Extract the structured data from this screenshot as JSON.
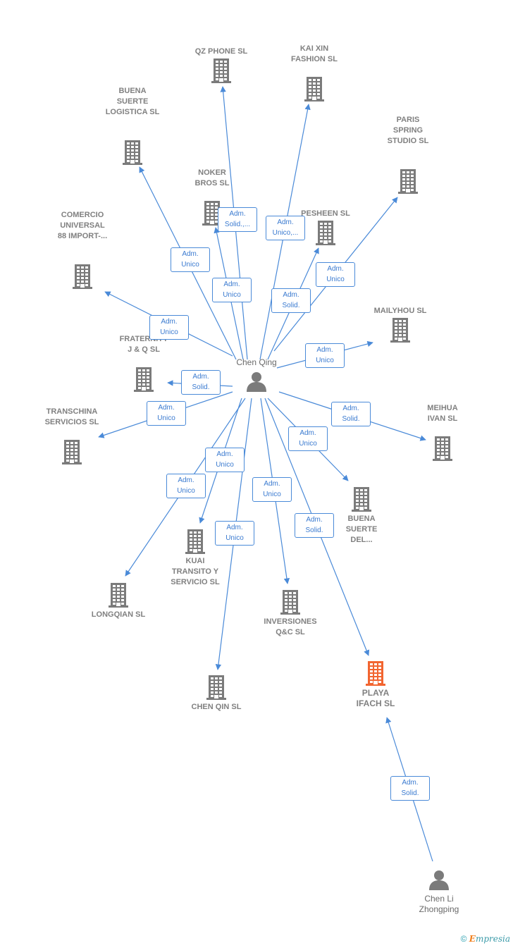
{
  "colors": {
    "line": "#4a8ad8",
    "building": "#7b7b7b",
    "highlight": "#f26530",
    "person": "#7b7b7b"
  },
  "people": [
    {
      "id": "chen_qing",
      "name": "Chen Qing"
    },
    {
      "id": "chen_li",
      "name": "Chen Li\nZhongping"
    }
  ],
  "companies": [
    {
      "id": "qz",
      "name": "QZ PHONE  SL"
    },
    {
      "id": "kaixin",
      "name": "KAI XIN\nFASHION SL"
    },
    {
      "id": "buenalog",
      "name": "BUENA\nSUERTE\nLOGISTICA SL"
    },
    {
      "id": "paris",
      "name": "PARIS\nSPRING\nSTUDIO SL"
    },
    {
      "id": "noker",
      "name": "NOKER\nBROS  SL"
    },
    {
      "id": "pesheen",
      "name": "PESHEEN  SL"
    },
    {
      "id": "comercio",
      "name": "COMERCIO\nUNIVERSAL\n88 IMPORT-..."
    },
    {
      "id": "mailyhou",
      "name": "MAILYHOU SL"
    },
    {
      "id": "fraternity",
      "name": "FRATERNITY\nJ & Q  SL"
    },
    {
      "id": "transchina",
      "name": "TRANSCHINA\nSERVICIOS SL"
    },
    {
      "id": "meihua",
      "name": "MEIHUA\nIVAN  SL"
    },
    {
      "id": "buenadel",
      "name": "BUENA\nSUERTE\nDEL..."
    },
    {
      "id": "kuai",
      "name": "KUAI\nTRANSITO Y\nSERVICIO SL"
    },
    {
      "id": "longqian",
      "name": "LONGQIAN SL"
    },
    {
      "id": "inversiones",
      "name": "INVERSIONES\nQ&C  SL"
    },
    {
      "id": "chenqin",
      "name": "CHEN QIN SL"
    },
    {
      "id": "playa",
      "name": "PLAYA\nIFACH  SL",
      "highlight": true
    }
  ],
  "relations": [
    {
      "from": "chen_qing",
      "to": "qz",
      "label": "Adm.\nSolid.,..."
    },
    {
      "from": "chen_qing",
      "to": "kaixin",
      "label": "Adm.\nUnico,..."
    },
    {
      "from": "chen_qing",
      "to": "buenalog",
      "label": "Adm.\nUnico"
    },
    {
      "from": "chen_qing",
      "to": "paris",
      "label": "Adm.\nUnico"
    },
    {
      "from": "chen_qing",
      "to": "noker",
      "label": "Adm.\nUnico"
    },
    {
      "from": "chen_qing",
      "to": "pesheen",
      "label": "Adm.\nSolid."
    },
    {
      "from": "chen_qing",
      "to": "comercio",
      "label": "Adm.\nUnico"
    },
    {
      "from": "chen_qing",
      "to": "mailyhou",
      "label": "Adm.\nUnico"
    },
    {
      "from": "chen_qing",
      "to": "fraternity",
      "label": "Adm.\nSolid."
    },
    {
      "from": "chen_qing",
      "to": "transchina",
      "label": "Adm.\nUnico"
    },
    {
      "from": "chen_qing",
      "to": "meihua",
      "label": "Adm.\nSolid."
    },
    {
      "from": "chen_qing",
      "to": "buenadel",
      "label": "Adm.\nUnico"
    },
    {
      "from": "chen_qing",
      "to": "kuai",
      "label": "Adm.\nUnico"
    },
    {
      "from": "chen_qing",
      "to": "longqian",
      "label": "Adm.\nUnico"
    },
    {
      "from": "chen_qing",
      "to": "inversiones",
      "label": "Adm.\nUnico"
    },
    {
      "from": "chen_qing",
      "to": "chenqin",
      "label": "Adm.\nUnico"
    },
    {
      "from": "chen_qing",
      "to": "playa",
      "label": "Adm.\nSolid."
    },
    {
      "from": "chen_li",
      "to": "playa",
      "label": "Adm.\nSolid."
    }
  ],
  "brand": {
    "copyright": "©",
    "e": "E",
    "rest": "mpresia"
  }
}
